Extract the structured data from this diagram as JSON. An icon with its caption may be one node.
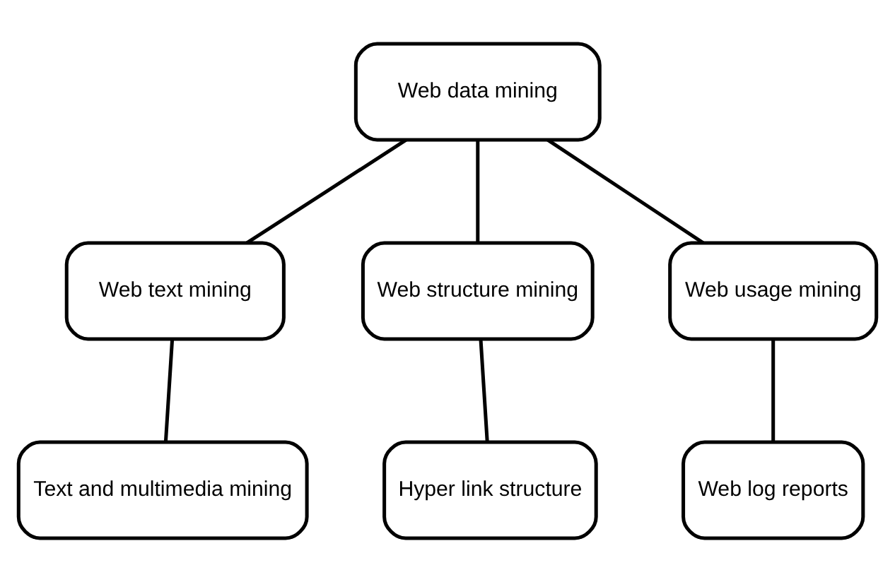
{
  "diagram": {
    "nodes": [
      {
        "text": [
          "Web data mining"
        ]
      },
      {
        "text": [
          "Web text mining"
        ]
      },
      {
        "text": [
          "Web structure mining"
        ]
      },
      {
        "text": [
          "Web usage mining"
        ]
      },
      {
        "text": [
          "Text and multimedia mining"
        ]
      },
      {
        "text": [
          "Hyper link structure"
        ]
      },
      {
        "text": [
          "Web log reports"
        ]
      }
    ],
    "edges": [
      {
        "from": 0,
        "to": 1,
        "arrow": "none"
      },
      {
        "from": 0,
        "to": 2,
        "arrow": "none"
      },
      {
        "from": 0,
        "to": 3,
        "arrow": "none"
      },
      {
        "from": 1,
        "to": 4,
        "arrow": "none"
      },
      {
        "from": 2,
        "to": 5,
        "arrow": "none"
      },
      {
        "from": 3,
        "to": 6,
        "arrow": "none"
      }
    ]
  }
}
